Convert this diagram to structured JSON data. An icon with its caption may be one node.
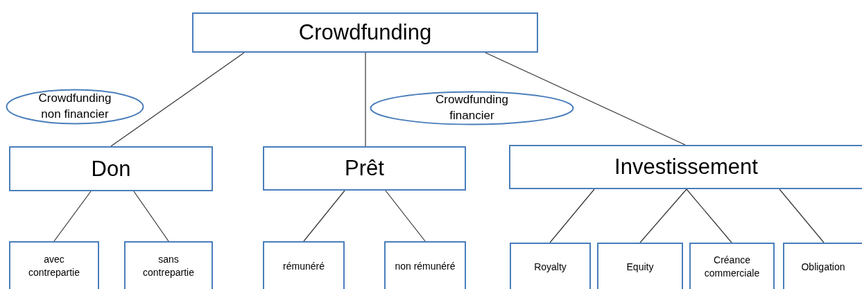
{
  "diagram": {
    "nodes": [
      {
        "text": [
          "Crowdfunding"
        ]
      },
      {
        "text": [
          "Crowdfunding non financier"
        ]
      },
      {
        "text": [
          "Crowdfunding financier"
        ]
      },
      {
        "text": [
          "Don"
        ]
      },
      {
        "text": [
          "Prêt"
        ]
      },
      {
        "text": [
          "Investissement"
        ]
      },
      {
        "text": [
          "avec contrepartie"
        ]
      },
      {
        "text": [
          "sans contrepartie"
        ]
      },
      {
        "text": [
          "rémunéré"
        ]
      },
      {
        "text": [
          "non rémunéré"
        ]
      },
      {
        "text": [
          "Royalty"
        ]
      },
      {
        "text": [
          "Equity"
        ]
      },
      {
        "text": [
          "Créance commerciale"
        ]
      },
      {
        "text": [
          "Obligation"
        ]
      }
    ],
    "edges": [
      {
        "from": 0,
        "to": 3,
        "arrow": "none"
      },
      {
        "from": 0,
        "to": 4,
        "arrow": "none"
      },
      {
        "from": 0,
        "to": 5,
        "arrow": "none"
      },
      {
        "from": 3,
        "to": 6,
        "arrow": "none"
      },
      {
        "from": 3,
        "to": 7,
        "arrow": "none"
      },
      {
        "from": 4,
        "to": 8,
        "arrow": "none"
      },
      {
        "from": 4,
        "to": 9,
        "arrow": "none"
      },
      {
        "from": 5,
        "to": 10,
        "arrow": "none"
      },
      {
        "from": 5,
        "to": 11,
        "arrow": "none"
      },
      {
        "from": 5,
        "to": 12,
        "arrow": "none"
      },
      {
        "from": 5,
        "to": 13,
        "arrow": "none"
      }
    ]
  }
}
